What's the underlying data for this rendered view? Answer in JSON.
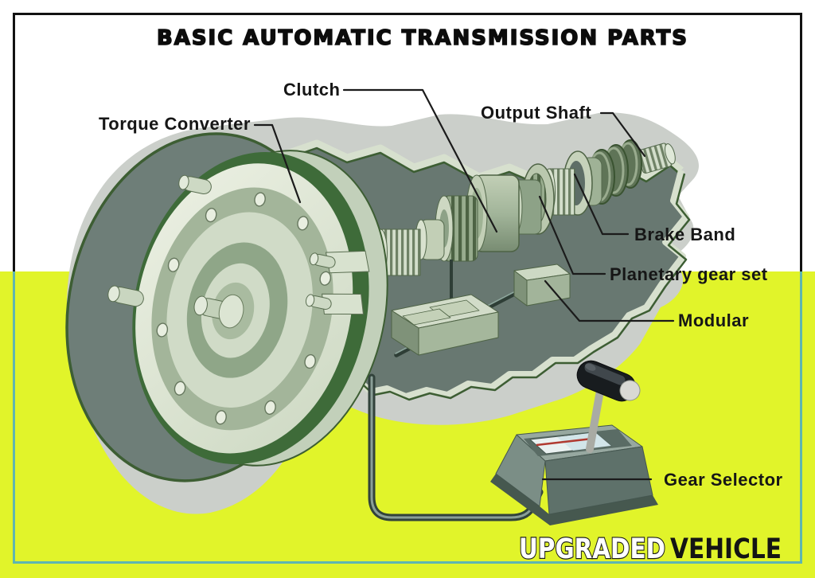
{
  "title": {
    "text": "BASIC AUTOMATIC TRANSMISSION PARTS"
  },
  "labels": {
    "clutch": "Clutch",
    "torque_converter": "Torque Converter",
    "output_shaft": "Output Shaft",
    "brake_band": "Brake Band",
    "planetary_gear_set": "Planetary gear set",
    "modular": "Modular",
    "gear_selector": "Gear Selector"
  },
  "logo": {
    "upgraded": "UPGRADED",
    "vehicle": "VEHICLE"
  },
  "colors": {
    "background_top": "#ffffff",
    "background_bottom": "#e1f42a",
    "frame_top": "#121212",
    "frame_bottom": "#5fb6b0",
    "outline_green": "#3d5e33",
    "rim_green": "#3e6b39",
    "metal_light": "#d7e0ce",
    "metal_mid": "#a9bba0",
    "metal_slate": "#6e7e78",
    "case_interior": "#687871",
    "silhouette_gray": "#cbcfca",
    "label_text": "#161616"
  }
}
